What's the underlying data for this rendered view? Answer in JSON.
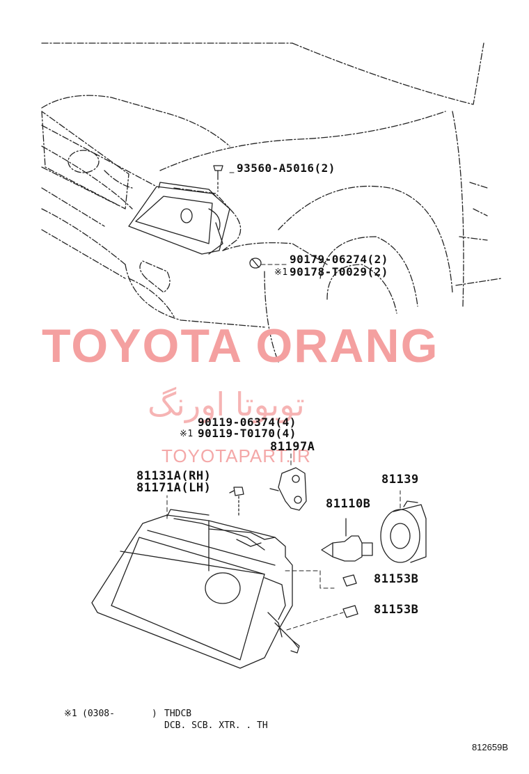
{
  "watermark": {
    "title": "TOYOTA ORANG",
    "persian": "تویوتا اورنگ",
    "url": "TOYOTAPART.IR"
  },
  "parts": {
    "screw_top": "93560-A5016(2)",
    "bolt_a": "90179-06274(2)",
    "bolt_b": "90178-T0029(2)",
    "bolt_b_mark": "※1",
    "screw_c": "90119-06374(4)",
    "screw_d": "90119-T0170(4)",
    "screw_d_mark": "※1",
    "bracket": "81197A",
    "lamp_rh": "81131A(RH)",
    "lamp_lh": "81171A(LH)",
    "cover": "81139",
    "bulb": "81110B",
    "socket_1": "81153B",
    "socket_2": "81153B"
  },
  "footnote": {
    "mark": "※1",
    "date": "(0308-",
    "close": ")",
    "line1": "THDCB",
    "line2": "DCB. SCB. XTR. . TH"
  },
  "reference": "812659B"
}
